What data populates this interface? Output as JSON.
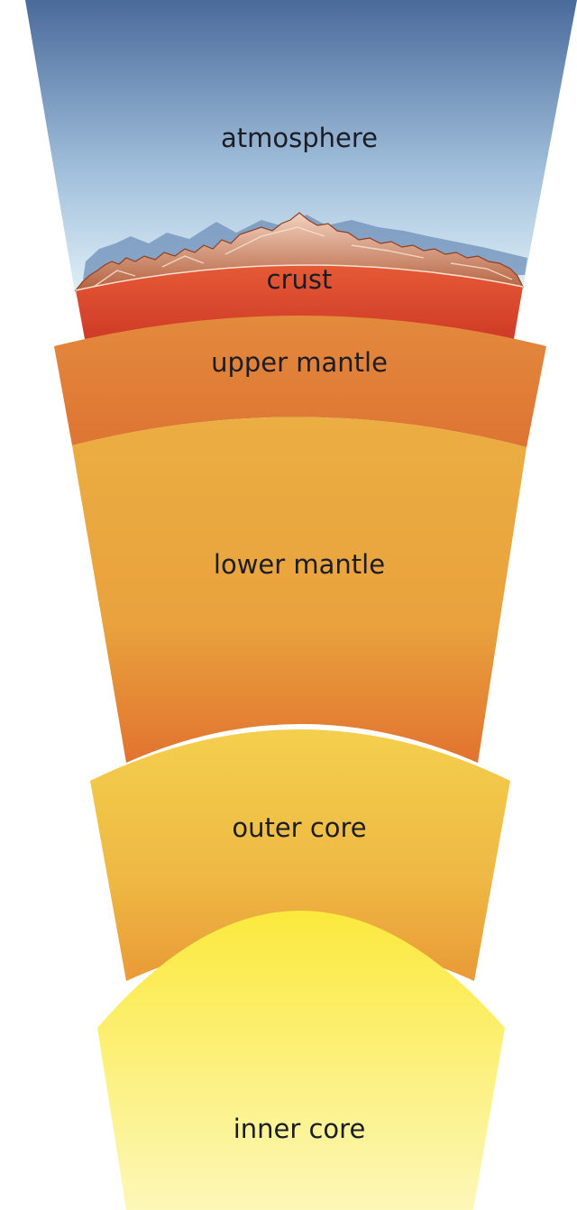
{
  "layers": [
    {
      "id": "atmosphere",
      "label": "atmosphere",
      "color": "#4c6b9a"
    },
    {
      "id": "crust",
      "label": "crust",
      "color": "#d94a2e"
    },
    {
      "id": "upper-mantle",
      "label": "upper mantle",
      "color": "#e07b38"
    },
    {
      "id": "lower-mantle",
      "label": "lower mantle",
      "color": "#e9a43d"
    },
    {
      "id": "outer-core",
      "label": "outer core",
      "color": "#f1c84a"
    },
    {
      "id": "inner-core",
      "label": "inner core",
      "color": "#f9ee52"
    }
  ]
}
